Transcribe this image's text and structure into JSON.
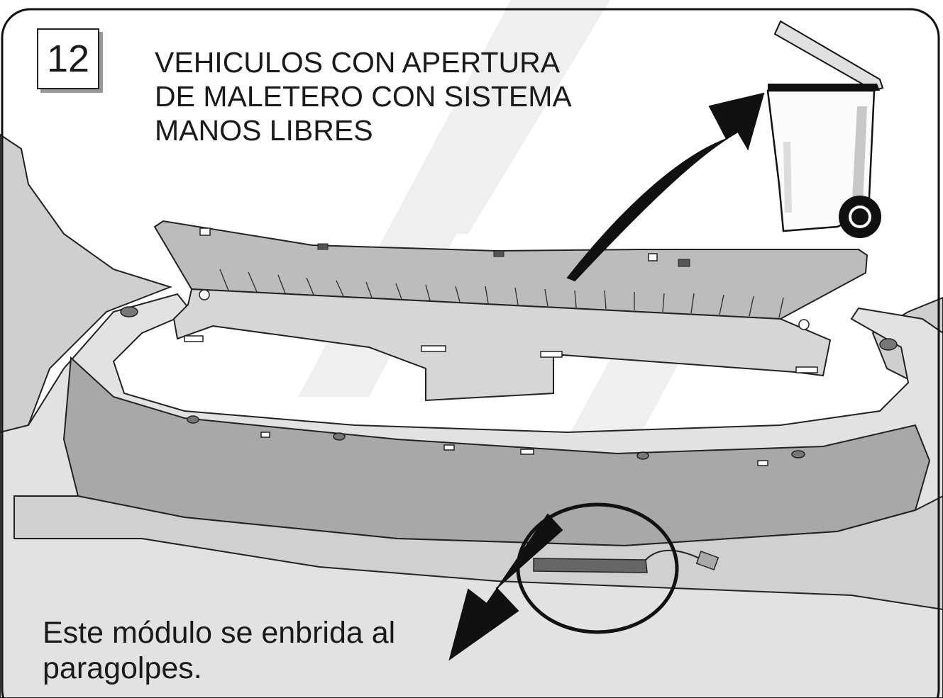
{
  "step": {
    "number": "12"
  },
  "title": {
    "lines": [
      "VEHICULOS CON APERTURA",
      "DE MALETERO CON SISTEMA",
      "MANOS LIBRES"
    ]
  },
  "note": {
    "lines": [
      "Este módulo se enbrida al",
      "paragolpes."
    ]
  },
  "colors": {
    "frame": "#111111",
    "bumper_light": "#dcdcdc",
    "bumper_mid": "#b9b9b9",
    "bumper_dark": "#9d9d9d",
    "arrow": "#111111",
    "watermark": "#ececec"
  },
  "icons": [
    "trash-bin-icon",
    "arrow-to-bin-icon",
    "arrow-to-module-icon",
    "highlight-circle-icon"
  ]
}
